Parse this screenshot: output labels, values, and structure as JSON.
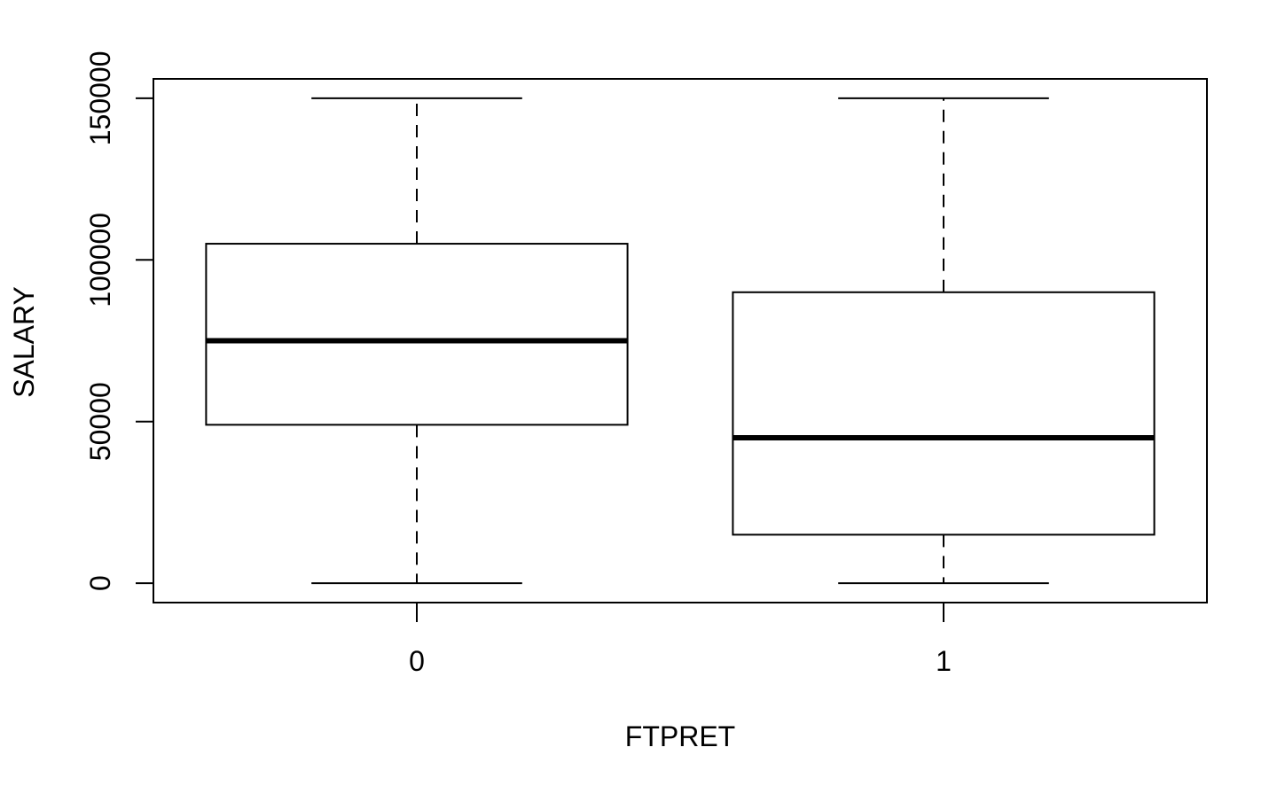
{
  "chart_data": {
    "type": "boxplot",
    "title": "",
    "xlabel": "FTPRET",
    "ylabel": "SALARY",
    "ylim": [
      -6000,
      156000
    ],
    "yticks": [
      0,
      50000,
      100000,
      150000
    ],
    "ytick_labels": [
      "0",
      "50000",
      "100000",
      "150000"
    ],
    "categories": [
      "0",
      "1"
    ],
    "boxes": [
      {
        "category": "0",
        "min": 0,
        "q1": 49000,
        "median": 75000,
        "q3": 105000,
        "max": 150000
      },
      {
        "category": "1",
        "min": 0,
        "q1": 15000,
        "median": 45000,
        "q3": 90000,
        "max": 150000
      }
    ],
    "grid": false,
    "colors": {
      "stroke": "#000000",
      "fill": "#ffffff"
    }
  }
}
